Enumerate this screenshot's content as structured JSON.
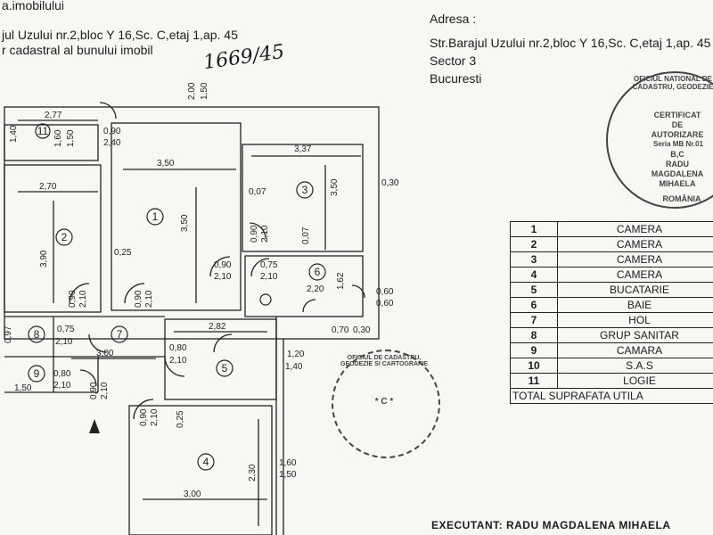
{
  "header_left": {
    "line1": "a.imobilului",
    "line2": "jul Uzului nr.2,bloc Y 16,Sc. C,etaj 1,ap. 45",
    "line3": "r cadastral al bunului imobil",
    "handwritten_number": "1669/45"
  },
  "header_right": {
    "label": "Adresa :",
    "street": "Str.Barajul Uzului nr.2,bloc Y 16,Sc. C,etaj 1,ap. 45",
    "sector": "Sector  3",
    "city": "Bucuresti"
  },
  "plan": {
    "rooms": [
      "11",
      "2",
      "1",
      "3",
      "6",
      "7",
      "8",
      "9",
      "5",
      "4"
    ],
    "dimensions": [
      "2,77",
      "1,40",
      "2,00",
      "1,50",
      "0,90",
      "2,40",
      "1,60",
      "1,50",
      "3,50",
      "3,37",
      "2,70",
      "0,30",
      "3,50",
      "0,07",
      "3,50",
      "3,90",
      "0,25",
      "0,90",
      "2,10",
      "0,07",
      "0,75",
      "2,10",
      "0,90",
      "2,10",
      "1,62",
      "2,20",
      "0,60",
      "0,60",
      "0,90",
      "2,10",
      "0,90",
      "2,10",
      "0,75",
      "2,10",
      "0,70",
      "0,30",
      "2,82",
      "0,80",
      "2,10",
      "0,97",
      "3,00",
      "1,20",
      "1,40",
      "0,80",
      "2,10",
      "1,50",
      "0,90",
      "2,10",
      "0,90",
      "2,10",
      "0,25",
      "1,60",
      "1,50",
      "2,30",
      "3,00"
    ]
  },
  "room_table": {
    "rows": [
      {
        "n": "1",
        "name": "CAMERA"
      },
      {
        "n": "2",
        "name": "CAMERA"
      },
      {
        "n": "3",
        "name": "CAMERA"
      },
      {
        "n": "4",
        "name": "CAMERA"
      },
      {
        "n": "5",
        "name": "BUCATARIE"
      },
      {
        "n": "6",
        "name": "BAIE"
      },
      {
        "n": "7",
        "name": "HOL"
      },
      {
        "n": "8",
        "name": "GRUP  SANITAR"
      },
      {
        "n": "9",
        "name": "CAMARA"
      },
      {
        "n": "10",
        "name": "S.A.S"
      },
      {
        "n": "11",
        "name": "LOGIE"
      }
    ],
    "total_label": "TOTAL SUPRAFATA UTILA"
  },
  "stamp_right": {
    "line1": "CERTIFICAT",
    "line2": "DE",
    "line3": "AUTORIZARE",
    "line4": "Seria MB Nr.01",
    "line5": "B,C",
    "line6": "RADU",
    "line7": "MAGDALENA",
    "line8": "MIHAELA",
    "ring_text": "OFICIUL NATIONAL DE CADASTRU, GEODEZIE",
    "bottom": "ROMÂNIA"
  },
  "stamp_center": {
    "ring_text": "OFICIUL DE CADASTRU, GEODEZIE SI CARTOGRAFIE",
    "center": "* C *"
  },
  "footer": {
    "executant": "EXECUTANT: RADU MAGDALENA MIHAELA"
  }
}
